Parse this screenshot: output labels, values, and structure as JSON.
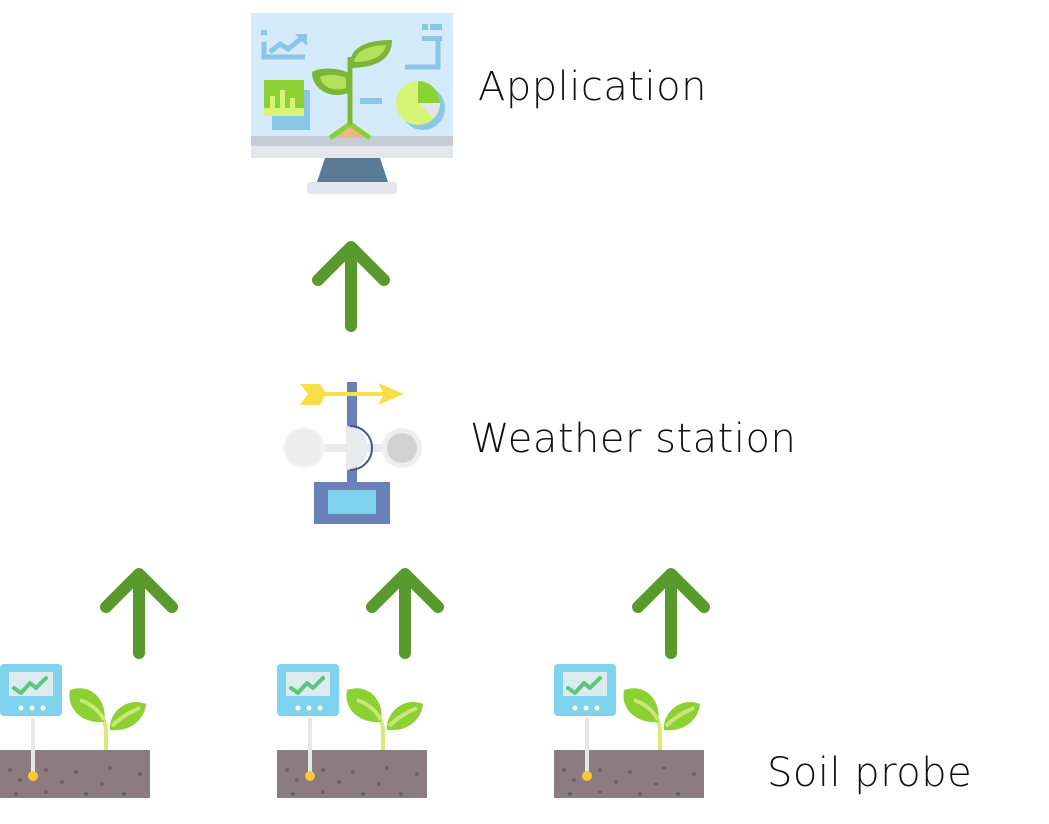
{
  "diagram": {
    "title": "Data flow from soil probes to application",
    "nodes": {
      "application": {
        "label": "Application",
        "icon": "monitor-plant-dashboard-icon"
      },
      "weather_station": {
        "label": "Weather station",
        "icon": "weather-vane-anemometer-icon"
      },
      "soil_probe": {
        "label": "Soil probe",
        "icon": "soil-sensor-seedling-icon",
        "count": 3
      }
    },
    "edges": [
      {
        "from": "soil_probe_1",
        "to": "weather_station",
        "icon": "arrow-up-icon"
      },
      {
        "from": "soil_probe_2",
        "to": "weather_station",
        "icon": "arrow-up-icon"
      },
      {
        "from": "soil_probe_3",
        "to": "weather_station",
        "icon": "arrow-up-icon"
      },
      {
        "from": "weather_station",
        "to": "application",
        "icon": "arrow-up-icon"
      }
    ],
    "colors": {
      "arrow": "#5a9a2c",
      "label": "#111111",
      "soil": "#8c7b80",
      "screen": "#d3ebfa",
      "sensor": "#7fd3ee",
      "leaf": "#8cd033",
      "vane": "#f9de48",
      "pole": "#6b7fb8"
    }
  }
}
